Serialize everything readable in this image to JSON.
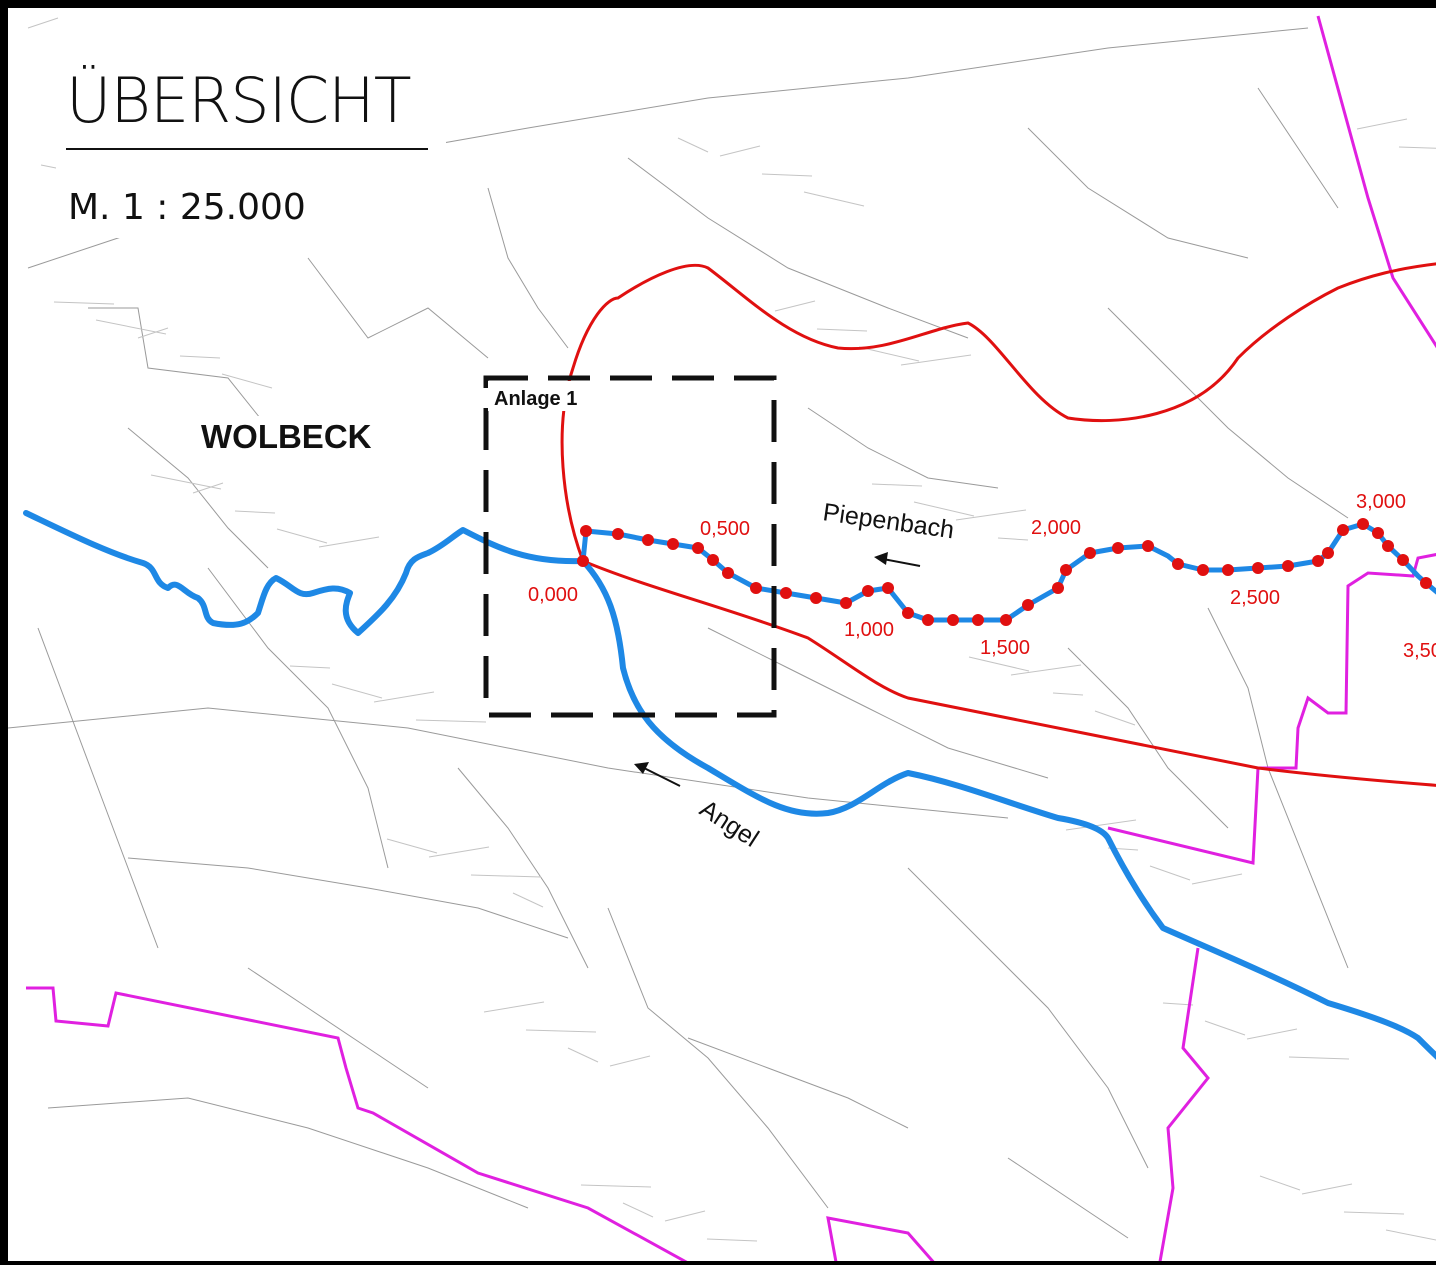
{
  "map": {
    "title": "ÜBERSICHT",
    "scale": "M. 1 : 25.000",
    "town_label": "WOLBECK",
    "annex_label": "Anlage 1",
    "rivers": {
      "piepenbach": "Piepenbach",
      "angel": "Angel"
    },
    "chainage_labels": [
      "0,000",
      "0,500",
      "1,000",
      "1,500",
      "2,000",
      "2,500",
      "3,000",
      "3,50"
    ],
    "colors": {
      "background": "#ffffff",
      "base_lines": "#9a9a9a",
      "river": "#1e88e5",
      "study_boundary": "#e01010",
      "admin_boundary": "#e020e0",
      "markers": "#e01010",
      "chainage_text": "#e01010",
      "frame": "#000000"
    }
  }
}
